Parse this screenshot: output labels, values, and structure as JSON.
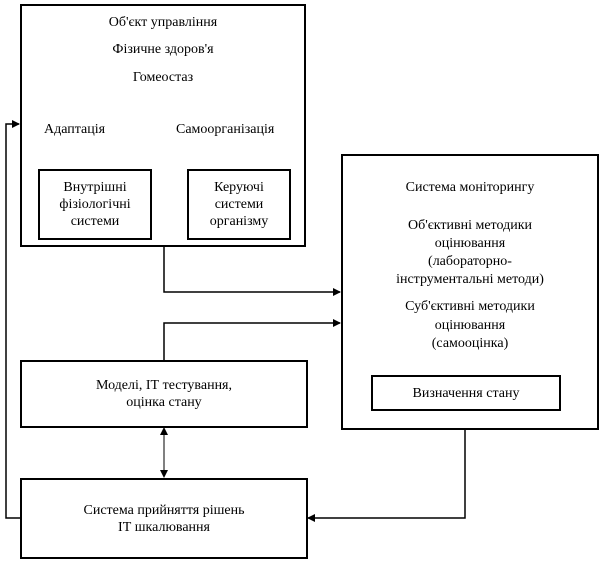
{
  "control_object": {
    "title": "Об'єкт управління",
    "subtitle": "Фізичне здоров'я",
    "homeostasis": "Гомеостаз",
    "adaptation": "Адаптація",
    "self_organization": "Самоорганізація",
    "internal_systems": [
      "Внутрішні",
      "фізіологічні",
      "системи"
    ],
    "control_systems": [
      "Керуючі",
      "системи",
      "організму"
    ]
  },
  "monitoring": {
    "title": "Система моніторингу",
    "objective": [
      "Об'єктивні методики",
      "оцінювання",
      "(лабораторно-",
      "інструментальні методи)"
    ],
    "subjective": [
      "Суб'єктивні методики",
      "оцінювання",
      "(самооцінка)"
    ],
    "state_definition": "Визначення стану"
  },
  "models": {
    "line1": "Моделі, ІТ тестування,",
    "line2": "оцінка стану"
  },
  "decision": {
    "line1": "Система прийняття рішень",
    "line2": "ІТ шкалювання"
  }
}
